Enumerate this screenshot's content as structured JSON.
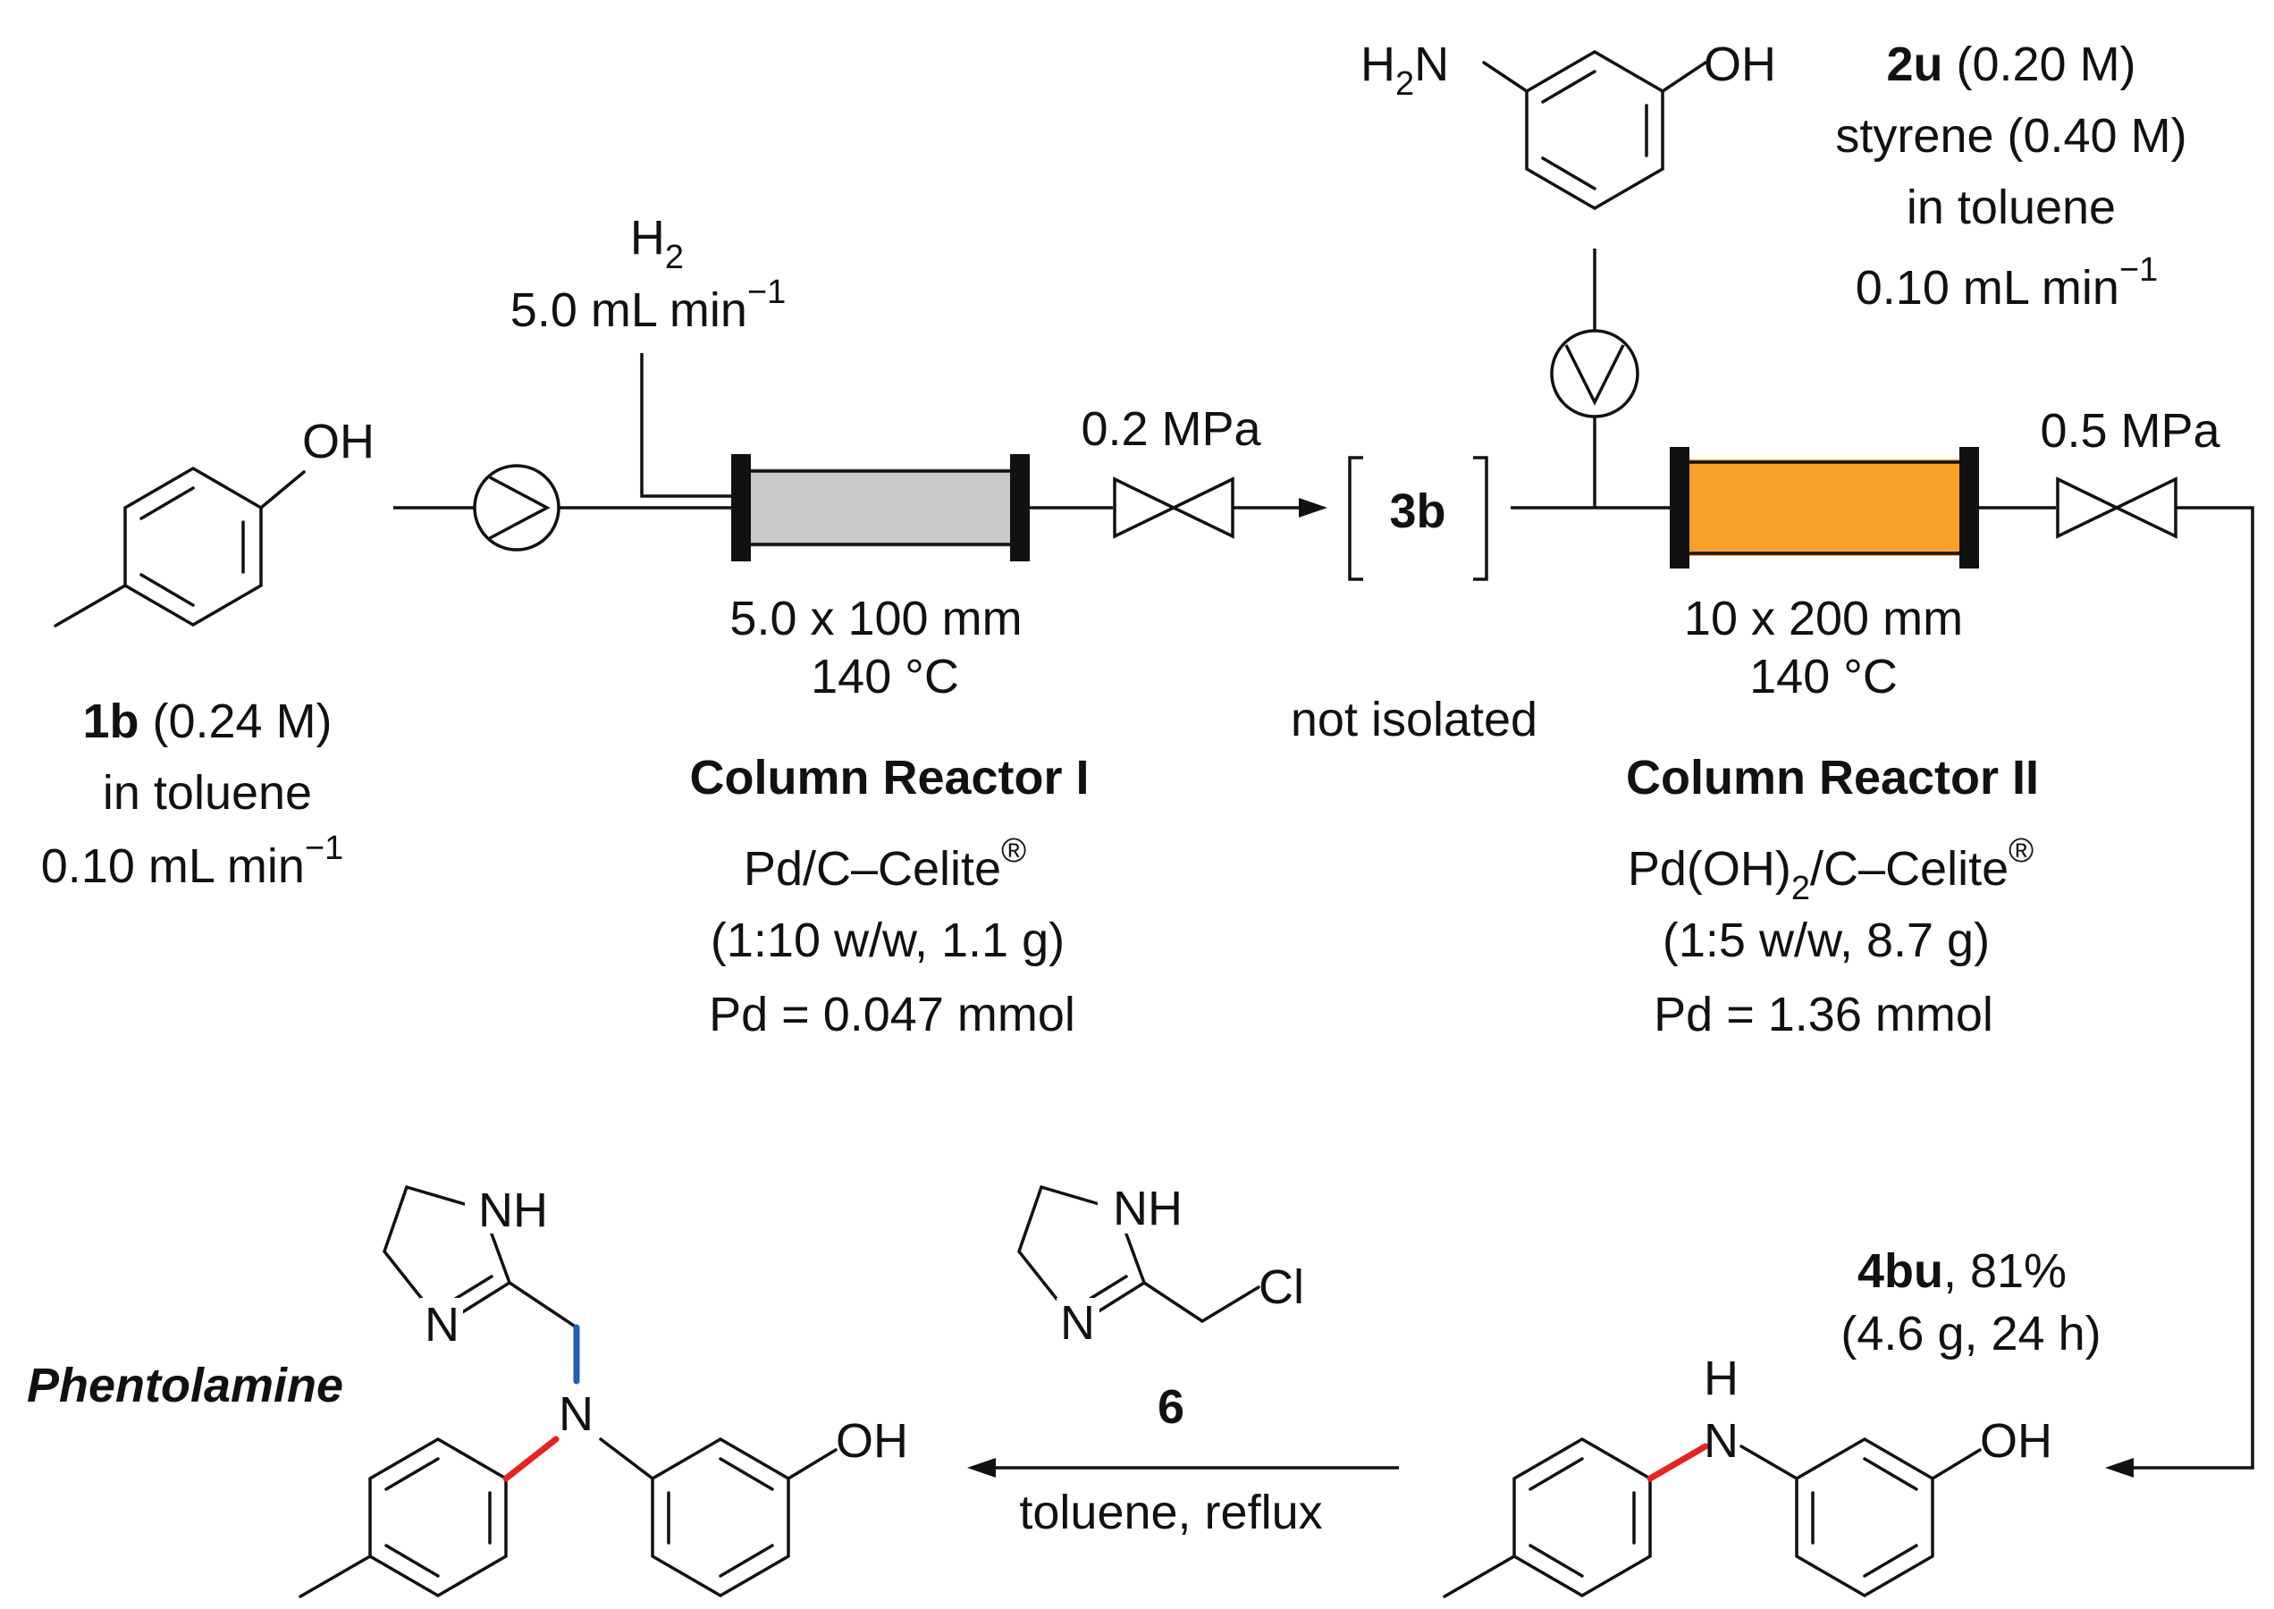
{
  "colors": {
    "line": "#111111",
    "column_I_fill": "#c9c9c9",
    "column_II_fill": "#f6a22a",
    "new_bond_red": "#e52421",
    "new_bond_blue": "#1f5fb4"
  },
  "feed1": {
    "compound_id": "1b",
    "conc": "(0.24 M)",
    "solvent": "in toluene",
    "flow": "0.10 mL min",
    "flow_sup": "−1",
    "oh_label": "OH"
  },
  "hydrogen": {
    "gas": "H",
    "gas_sub": "2",
    "flow": "5.0 mL min",
    "flow_sup": "−1"
  },
  "reactor1": {
    "dimensions": "5.0 x 100 mm",
    "temperature": "140 °C",
    "title": "Column Reactor I",
    "catalyst": "Pd/C–Celite",
    "catalyst_mark": "®",
    "ratio": "(1:10 w/w, 1.1 g)",
    "pd_amount": "Pd = 0.047 mmol",
    "back_pressure": "0.2 MPa"
  },
  "intermediate": {
    "label": "3b",
    "note": "not isolated"
  },
  "feed2": {
    "nh2_label": "H",
    "nh2_sub": "2",
    "nh2_n": "N",
    "oh_label": "OH",
    "compound_id": "2u",
    "conc": "(0.20 M)",
    "styrene": "styrene (0.40 M)",
    "solvent": "in toluene",
    "flow": "0.10 mL min",
    "flow_sup": "−1"
  },
  "reactor2": {
    "dimensions": "10 x 200 mm",
    "temperature": "140 °C",
    "title": "Column Reactor II",
    "catalyst_a": "Pd(OH)",
    "catalyst_sub": "2",
    "catalyst_b": "/C–Celite",
    "catalyst_mark": "®",
    "ratio": "(1:5 w/w, 8.7 g)",
    "pd_amount": "Pd = 1.36 mmol",
    "back_pressure": "0.5 MPa"
  },
  "product": {
    "compound_id": "4bu",
    "yield": ", 81%",
    "detail": "(4.6 g, 24 h)",
    "h_label": "H",
    "n_label": "N",
    "oh_label": "OH"
  },
  "reagent6": {
    "nh_label": "NH",
    "n_label": "N",
    "cl_label": "Cl",
    "compound_id": "6",
    "conditions": "toluene, reflux"
  },
  "phentolamine": {
    "name": "Phentolamine",
    "nh_label": "NH",
    "n_ring_label": "N",
    "n_amine_label": "N",
    "oh_label": "OH"
  }
}
